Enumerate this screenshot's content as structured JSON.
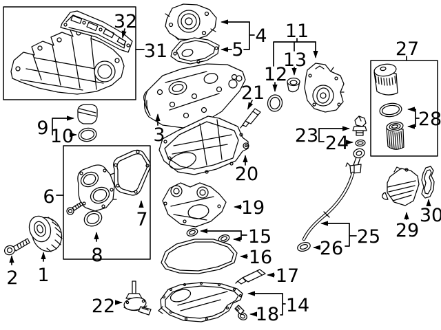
{
  "colors": {
    "background": "#ffffff",
    "line": "#000000",
    "text": "#000000"
  },
  "diagram": {
    "callouts": [
      {
        "label": "1"
      },
      {
        "label": "2"
      },
      {
        "label": "3"
      },
      {
        "label": "4"
      },
      {
        "label": "5"
      },
      {
        "label": "6"
      },
      {
        "label": "7"
      },
      {
        "label": "8"
      },
      {
        "label": "9"
      },
      {
        "label": "10"
      },
      {
        "label": "11"
      },
      {
        "label": "12"
      },
      {
        "label": "13"
      },
      {
        "label": "14"
      },
      {
        "label": "15"
      },
      {
        "label": "16"
      },
      {
        "label": "17"
      },
      {
        "label": "18"
      },
      {
        "label": "19"
      },
      {
        "label": "20"
      },
      {
        "label": "21"
      },
      {
        "label": "22"
      },
      {
        "label": "23"
      },
      {
        "label": "24"
      },
      {
        "label": "25"
      },
      {
        "label": "26"
      },
      {
        "label": "27"
      },
      {
        "label": "28"
      },
      {
        "label": "29"
      },
      {
        "label": "30"
      },
      {
        "label": "31"
      },
      {
        "label": "32"
      }
    ]
  }
}
